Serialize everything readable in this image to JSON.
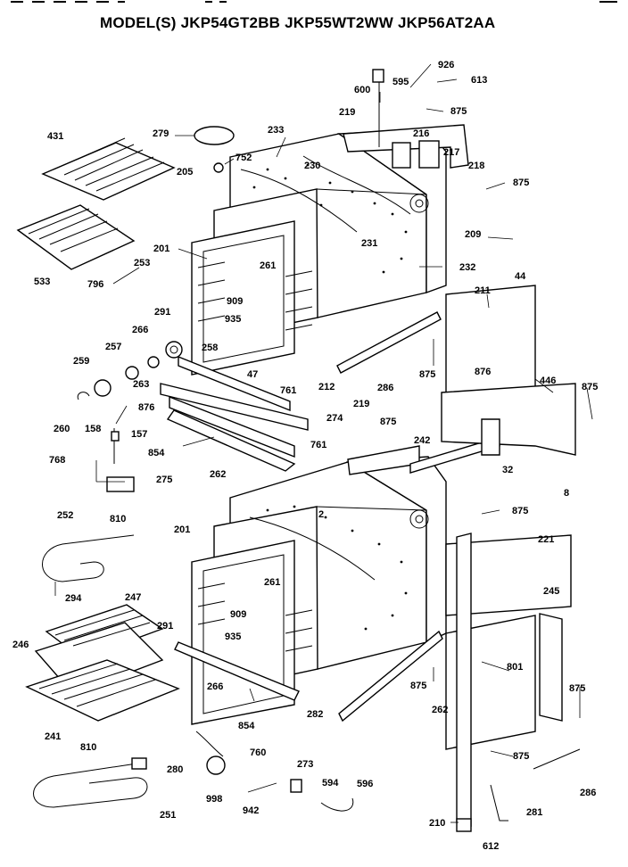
{
  "title": "MODEL(S) JKP54GT2BB  JKP55WT2WW  JKP56AT2AA",
  "labels": {
    "p926": "926",
    "p613": "613",
    "p600": "600",
    "p595": "595",
    "p875a": "875",
    "p219a": "219",
    "p216": "216",
    "p217": "217",
    "p218": "218",
    "p875b": "875",
    "p431": "431",
    "p279": "279",
    "p233": "233",
    "p230": "230",
    "p752": "752",
    "p205": "205",
    "p209": "209",
    "p231": "231",
    "p232": "232",
    "p44": "44",
    "p533": "533",
    "p201a": "201",
    "p253": "253",
    "p261a": "261",
    "p796": "796",
    "p291a": "291",
    "p909a": "909",
    "p935a": "935",
    "p211": "211",
    "p266a": "266",
    "p257": "257",
    "p258": "258",
    "p259": "259",
    "p263": "263",
    "p47": "47",
    "p875c": "875",
    "p212": "212",
    "p286a": "286",
    "p876a": "876",
    "p446": "446",
    "p875d": "875",
    "p761a": "761",
    "p260": "260",
    "p876b": "876",
    "p274": "274",
    "p219b": "219",
    "p875e": "875",
    "p158": "158",
    "p157": "157",
    "p854a": "854",
    "p761b": "761",
    "p242": "242",
    "p768": "768",
    "p262a": "262",
    "p275": "275",
    "p32": "32",
    "p8": "8",
    "p2": "2",
    "p875f": "875",
    "p252": "252",
    "p810a": "810",
    "p201b": "201",
    "p221": "221",
    "p261b": "261",
    "p294": "294",
    "p247": "247",
    "p291b": "291",
    "p909b": "909",
    "p245": "245",
    "p246": "246",
    "p935b": "935",
    "p801": "801",
    "p875g": "875",
    "p875h": "875",
    "p266b": "266",
    "p282": "282",
    "p262b": "262",
    "p241": "241",
    "p854b": "854",
    "p875i": "875",
    "p810b": "810",
    "p760": "760",
    "p273": "273",
    "p280": "280",
    "p286b": "286",
    "p594": "594",
    "p596": "596",
    "p998": "998",
    "p942": "942",
    "p251": "251",
    "p281": "281",
    "p210": "210",
    "p612": "612"
  }
}
